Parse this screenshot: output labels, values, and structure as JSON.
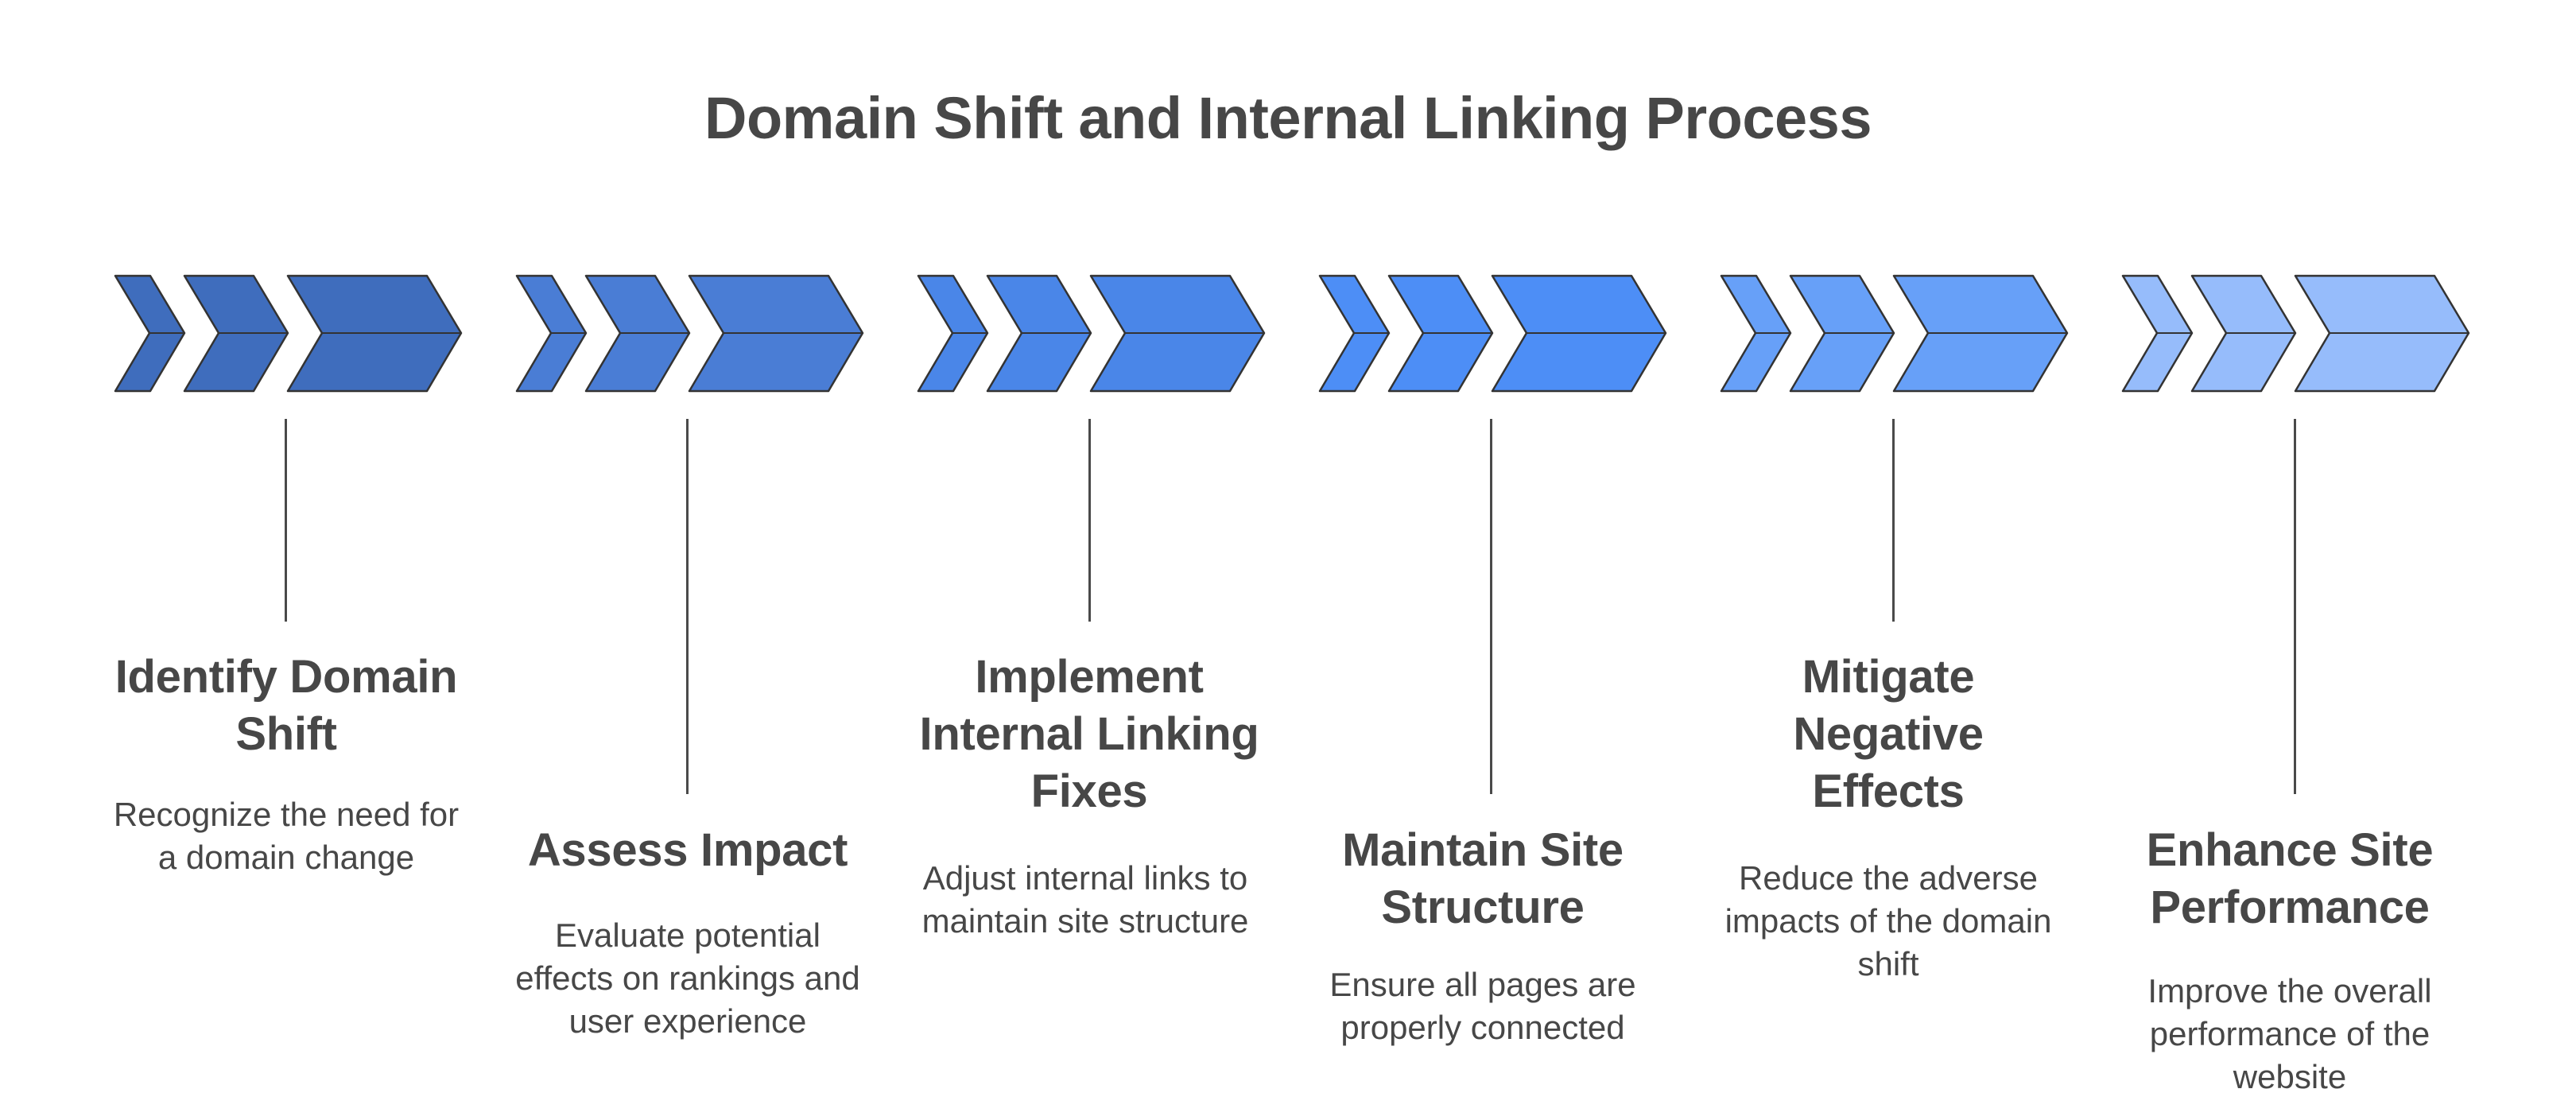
{
  "title": "Domain Shift and Internal Linking Process",
  "colors": {
    "stroke": "#333333",
    "text": "#474747",
    "connector": "#4a4a4a"
  },
  "steps": [
    {
      "heading": "Identify Domain Shift",
      "description": "Recognize the need for a domain change",
      "color": "#3F6DBD"
    },
    {
      "heading": "Assess Impact",
      "description": "Evaluate potential effects on rankings and user experience",
      "color": "#4A7DD5"
    },
    {
      "heading": "Implement Internal Linking Fixes",
      "description": "Adjust internal links to maintain site structure",
      "color": "#4A86E8"
    },
    {
      "heading": "Maintain Site Structure",
      "description": "Ensure all pages are properly connected",
      "color": "#4D8EF6"
    },
    {
      "heading": "Mitigate Negative Effects",
      "description": "Reduce the adverse impacts of the domain shift",
      "color": "#67A0F8"
    },
    {
      "heading": "Enhance Site Performance",
      "description": "Improve the overall performance of the website",
      "color": "#96BCFB"
    }
  ]
}
